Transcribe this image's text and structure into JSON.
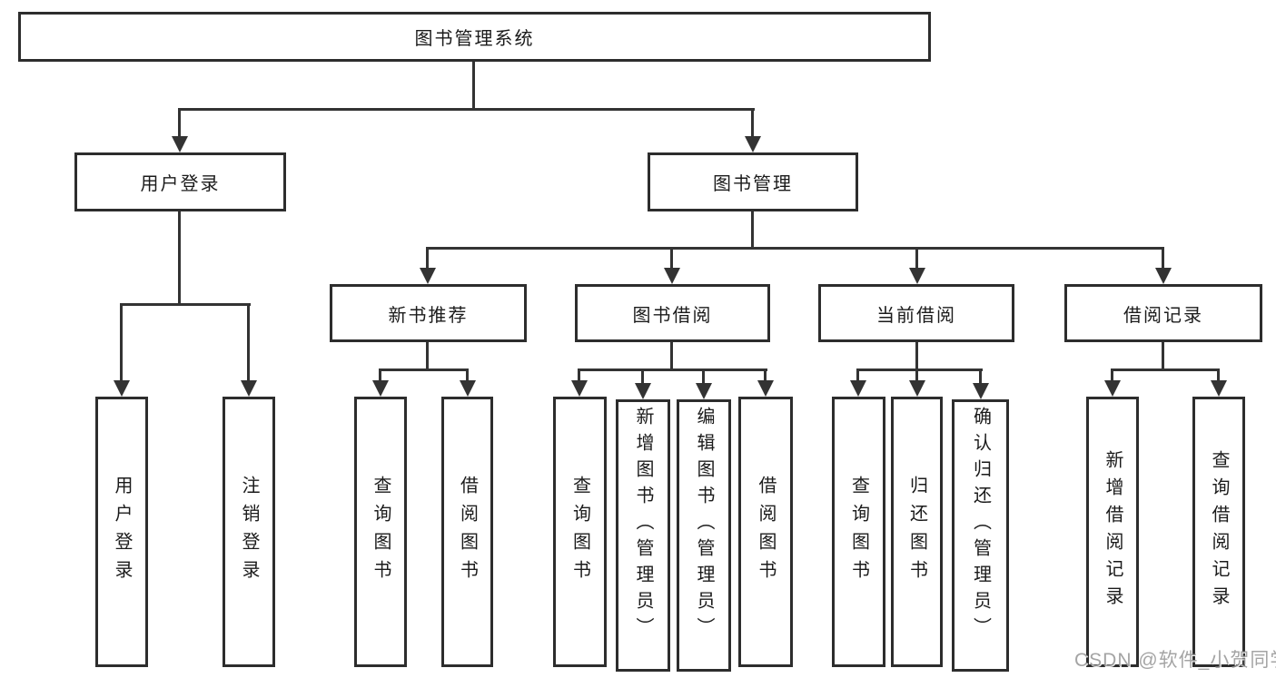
{
  "tree": {
    "root": {
      "label": "图书管理系统"
    },
    "children": [
      {
        "label": "用户登录",
        "children": [
          {
            "label": "用户登录"
          },
          {
            "label": "注销登录"
          }
        ]
      },
      {
        "label": "图书管理",
        "children": [
          {
            "label": "新书推荐",
            "children": [
              {
                "label": "查询图书"
              },
              {
                "label": "借阅图书"
              }
            ]
          },
          {
            "label": "图书借阅",
            "children": [
              {
                "label": "查询图书"
              },
              {
                "label": "新增图书（管理员）"
              },
              {
                "label": "编辑图书（管理员）"
              },
              {
                "label": "借阅图书"
              }
            ]
          },
          {
            "label": "当前借阅",
            "children": [
              {
                "label": "查询图书"
              },
              {
                "label": "归还图书"
              },
              {
                "label": "确认归还（管理员）"
              }
            ]
          },
          {
            "label": "借阅记录",
            "children": [
              {
                "label": "新增借阅记录"
              },
              {
                "label": "查询借阅记录"
              }
            ]
          }
        ]
      }
    ]
  },
  "watermark": {
    "text": "CSDN @软件_小贺同学"
  },
  "colors": {
    "line": "#333333",
    "box_border": "#2d2d2d",
    "text": "#1b1b1b",
    "background": "#ffffff",
    "watermark": "#949494"
  }
}
